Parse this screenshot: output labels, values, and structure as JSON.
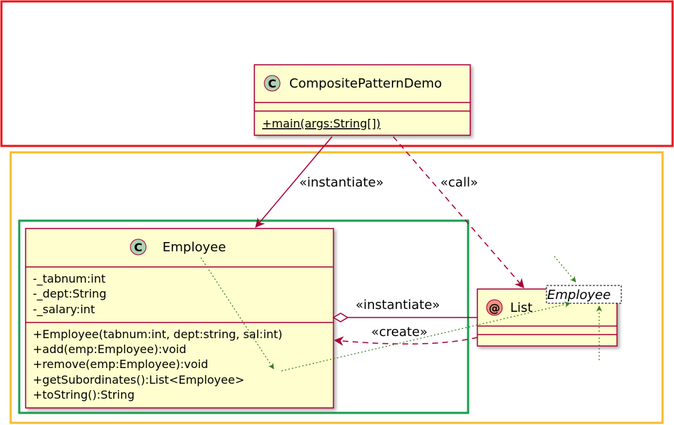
{
  "diagram": {
    "classes": {
      "demo": {
        "stereotype_glyph": "C",
        "name": "CompositePatternDemo",
        "methods": [
          "+main(args:String[])"
        ]
      },
      "employee": {
        "stereotype_glyph": "C",
        "name": "Employee",
        "fields": [
          "-_tabnum:int",
          "-_dept:String",
          "-_salary:int"
        ],
        "methods": [
          "+Employee(tabnum:int, dept:string, sal:int)",
          "+add(emp:Employee):void",
          "+remove(emp:Employee):void",
          "+getSubordinates():List<Employee>",
          "+toString():String"
        ]
      },
      "list": {
        "stereotype_glyph": "@",
        "name": "List",
        "type_param": "Employee"
      }
    },
    "relations": {
      "demo_instantiate_employee": "«instantiate»",
      "demo_call_list": "«call»",
      "employee_instantiate_list": "«instantiate»",
      "list_create_employee": "«create»"
    },
    "colors": {
      "class_fill": "#FEFECE",
      "class_border": "#A80036",
      "class_circle": "#ADD1B2",
      "annotation_circle": "#EB937F",
      "arrow": "#A80036",
      "note_link": "#3A7D1F",
      "frame_red": "#E8161B",
      "frame_orange": "#F5BC2E",
      "frame_green": "#1A9E4F"
    }
  }
}
